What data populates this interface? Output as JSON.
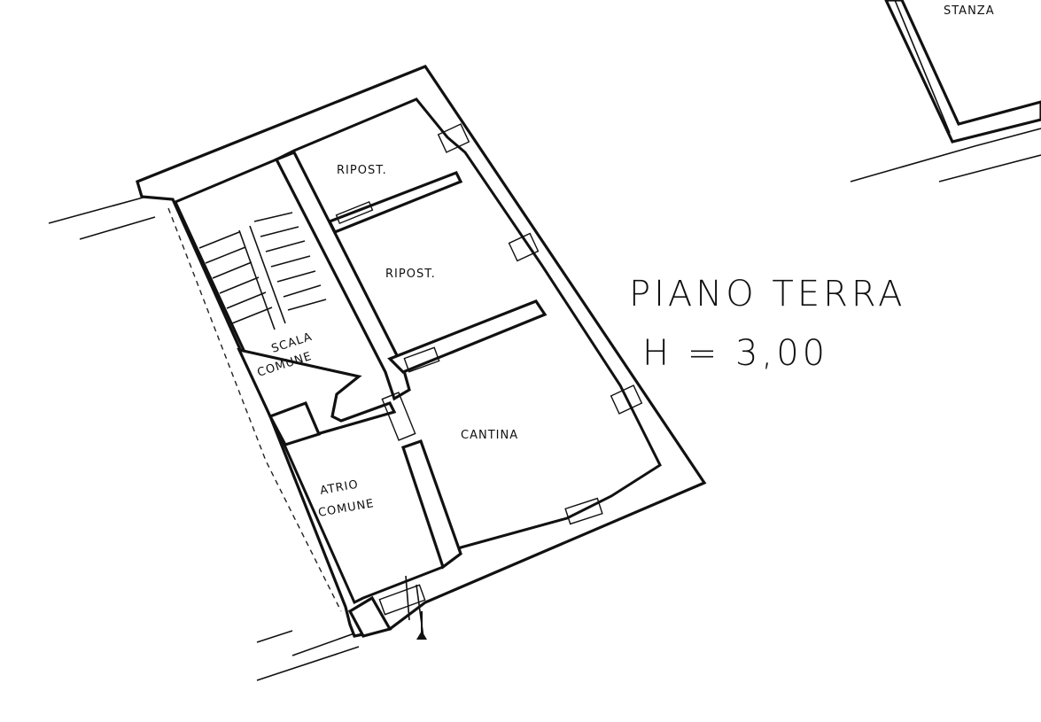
{
  "plan": {
    "title": "PIANO TERRA",
    "height_label": "H = 3,00",
    "rooms": {
      "ripost_upper": "RIPOST.",
      "ripost_lower": "RIPOST.",
      "scala_line1": "SCALA",
      "scala_line2": "COMUNE",
      "cantina": "CANTINA",
      "atrio_line1": "ATRIO",
      "atrio_line2": "COMUNE",
      "stanza": "STANZA"
    }
  },
  "colors": {
    "ink": "#111111",
    "paper": "#ffffff"
  }
}
